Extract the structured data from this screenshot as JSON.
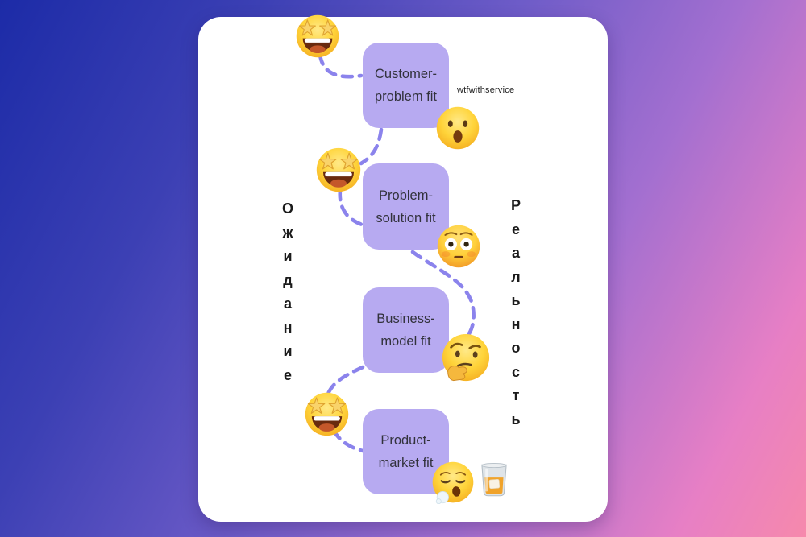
{
  "card": {
    "background": "#ffffff"
  },
  "colors": {
    "background_gradient": [
      "#1c2ba7",
      "#3c40b4",
      "#6e5cc8",
      "#a36fd0",
      "#e77fc5",
      "#f689ac"
    ],
    "box_fill": "#b7aaf1",
    "connector": "#8b83ec",
    "box_text": "#32323c",
    "axis_text": "#1b1b1b"
  },
  "watermark": {
    "text": "wtfwithservice"
  },
  "left_label": {
    "text": "Ожидание",
    "letters": [
      "О",
      "ж",
      "и",
      "д",
      "а",
      "н",
      "и",
      "е"
    ]
  },
  "right_label": {
    "text": "Реальность",
    "letters": [
      "Р",
      "е",
      "а",
      "л",
      "ь",
      "н",
      "о",
      "с",
      "т",
      "ь"
    ]
  },
  "boxes": [
    {
      "id": "customer-problem-fit",
      "line1": "Customer-",
      "line2": "problem fit"
    },
    {
      "id": "problem-solution-fit",
      "line1": "Problem-",
      "line2": "solution fit"
    },
    {
      "id": "business-model-fit",
      "line1": "Business-",
      "line2": "model fit"
    },
    {
      "id": "product-market-fit",
      "line1": "Product-",
      "line2": "market fit"
    }
  ],
  "emojis": {
    "expectation": [
      {
        "name": "star-struck",
        "char": "🤩"
      },
      {
        "name": "star-struck",
        "char": "🤩"
      },
      {
        "name": "star-struck",
        "char": "🤩"
      }
    ],
    "reality": [
      {
        "name": "face-with-open-mouth",
        "char": "😮"
      },
      {
        "name": "flushed-face",
        "char": "😳"
      },
      {
        "name": "thinking-face",
        "char": "🤔"
      },
      {
        "name": "sleepy-face",
        "char": "😪"
      },
      {
        "name": "tumbler-glass",
        "char": "🥃"
      }
    ]
  }
}
